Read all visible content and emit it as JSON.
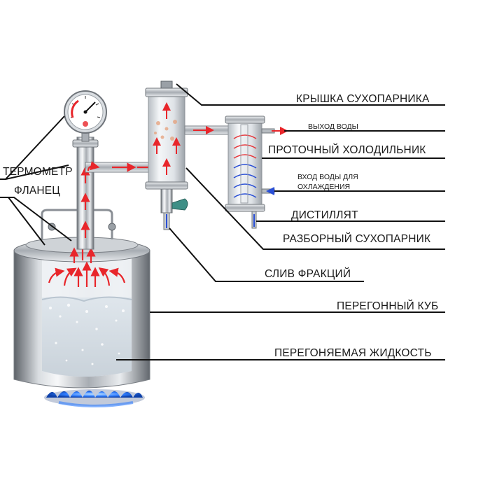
{
  "labels": {
    "lid": "КРЫШКА СУХОПАРНИКА",
    "water_out": "ВЫХОД ВОДЫ",
    "cooler": "ПРОТОЧНЫЙ ХОЛОДИЛЬНИК",
    "water_in_line1": "ВХОД ВОДЫ ДЛЯ",
    "water_in_line2": "ОХЛАЖДЕНИЯ",
    "distillate": "ДИСТИЛЛЯТ",
    "dismountable": "РАЗБОРНЫЙ СУХОПАРНИК",
    "drain": "СЛИВ ФРАКЦИЙ",
    "cube": "ПЕРЕГОННЫЙ КУБ",
    "liquid": "ПЕРЕГОНЯЕМАЯ ЖИДКОСТЬ",
    "thermometer": "ТЕРМОМЕТР",
    "flange": "ФЛАНЕЦ"
  },
  "colors": {
    "steam_arrow": "#e8262b",
    "water_arrow": "#2a4fd6",
    "flame": "#2f7dff",
    "leader_line": "#111111",
    "steel_dark": "#6f747a",
    "steel_light": "#f2f4f6"
  },
  "icons": [
    "thermometer-gauge-icon",
    "valve-handle-icon",
    "burner-flame-icon"
  ]
}
